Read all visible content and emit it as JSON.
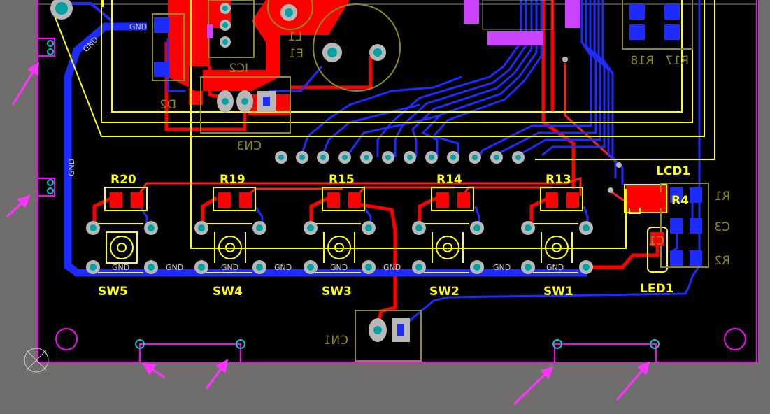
{
  "view": {
    "background": "#6f6e6c",
    "board_color": "#000000",
    "outline_color": "#ff00ff",
    "silk_color": "#ffff00",
    "top_copper": "#ff0000",
    "bottom_copper": "#1e2bff",
    "pad_color": "#b8b8b8",
    "via_color": "#00a3a3",
    "mirrored_silk_color": "#8b8b1a",
    "arrow_color": "#ff33ff"
  },
  "nets": {
    "gnd_labels": [
      "GND",
      "GND",
      "GND",
      "GND",
      "GND",
      "GND",
      "GND",
      "GND",
      "GND",
      "GND",
      "GND"
    ]
  },
  "designators": {
    "switches": [
      "SW5",
      "SW4",
      "SW3",
      "SW2",
      "SW1"
    ],
    "resistors_top": [
      "R20",
      "R19",
      "R15",
      "R14",
      "R13"
    ],
    "lcd": "LCD1",
    "r4": "R4",
    "led": "LED1",
    "r1": "R1",
    "c3": "C3",
    "r2": "R2",
    "c1": "C1",
    "cn1": "CN1",
    "cn3": "CN3",
    "ic2": "IC2",
    "d2": "D2",
    "e1": "E1",
    "l1": "L1",
    "r17": "R17",
    "r18": "R18"
  }
}
